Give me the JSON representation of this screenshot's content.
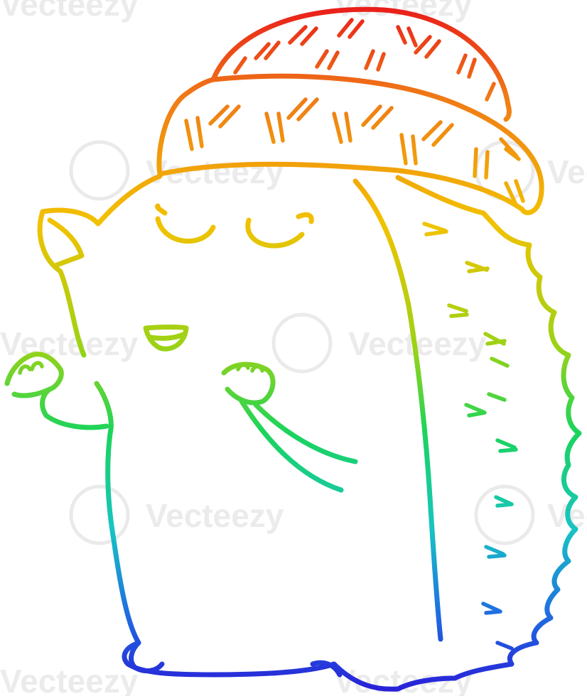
{
  "watermark": {
    "text": "Vecteezy",
    "color": "#dcdcdc"
  },
  "artwork": {
    "subject": "hedgehog-in-knit-hat",
    "style": "rainbow-gradient line drawing",
    "gradient": [
      "#e8161b",
      "#f07a16",
      "#f2c200",
      "#9ad316",
      "#1bd45a",
      "#17c4c4",
      "#1f6fe0",
      "#2a1ad8"
    ]
  }
}
